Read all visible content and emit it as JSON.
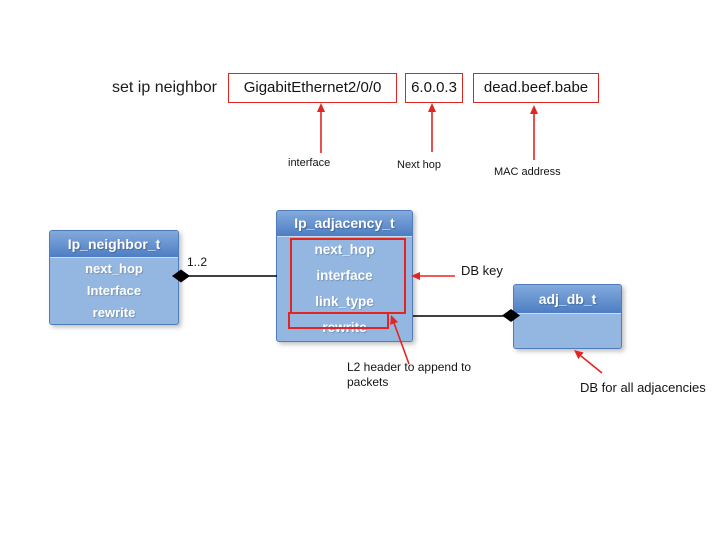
{
  "slide": {
    "command": {
      "prefix": "set ip neighbor",
      "args": [
        {
          "value": "GigabitEthernet2/0/0",
          "label": "interface"
        },
        {
          "value": "6.0.0.3",
          "label": "Next hop"
        },
        {
          "value": "dead.beef.babe",
          "label": "MAC address"
        }
      ]
    },
    "classes": [
      {
        "title": "Ip_neighbor_t",
        "fields": [
          "next_hop",
          "Interface",
          "rewrite"
        ]
      },
      {
        "title": "Ip_adjacency_t",
        "fields": [
          "next_hop",
          "interface",
          "link_type",
          "rewrite"
        ]
      },
      {
        "title": "adj_db_t",
        "fields": []
      }
    ],
    "connectors": [
      {
        "between": [
          "Ip_neighbor_t",
          "Ip_adjacency_t"
        ],
        "label": "1..2"
      },
      {
        "between": [
          "Ip_adjacency_t",
          "adj_db_t"
        ],
        "label": ""
      }
    ],
    "annotations": {
      "db_key": "DB key",
      "l2_header": "L2 header to append to packets",
      "db_all": "DB for all adjacencies"
    }
  },
  "colors": {
    "accent-red": "#e32522",
    "box-header-top": "#83aadd",
    "box-header-bottom": "#4d7ec3",
    "box-body": "#94b7e2",
    "box-border": "#4f7cba",
    "text-dark": "#1b1b1b"
  }
}
